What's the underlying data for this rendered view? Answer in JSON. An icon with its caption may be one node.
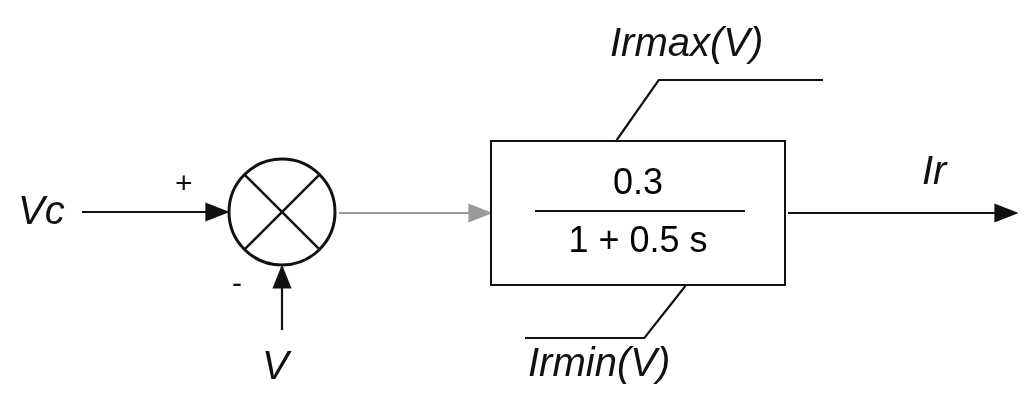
{
  "diagram": {
    "nodes": [
      {
        "text": [
          "Irmax(V)"
        ]
      },
      {
        "text": [
          "Vc"
        ]
      },
      {
        "text": [],
        "shape": "circle"
      },
      {
        "text": [
          "0.3",
          "1 + 0.5 s"
        ]
      },
      {
        "text": [
          "V"
        ]
      },
      {
        "text": [
          "Irmin(V)"
        ]
      }
    ],
    "edges": [
      {
        "from": 1,
        "to": 2,
        "arrow": "to"
      },
      {
        "from": 4,
        "to": 2,
        "arrow": "to"
      },
      {
        "from": 2,
        "to": 3,
        "arrow": "to",
        "color": "#9a9a9a"
      },
      {
        "from": 3,
        "to": null,
        "arrow": "to",
        "label": "Ir"
      },
      {
        "from": 0,
        "to": 3,
        "arrow": "none"
      },
      {
        "from": 5,
        "to": 3,
        "arrow": "none"
      }
    ],
    "labels": [
      "+",
      "-"
    ]
  }
}
